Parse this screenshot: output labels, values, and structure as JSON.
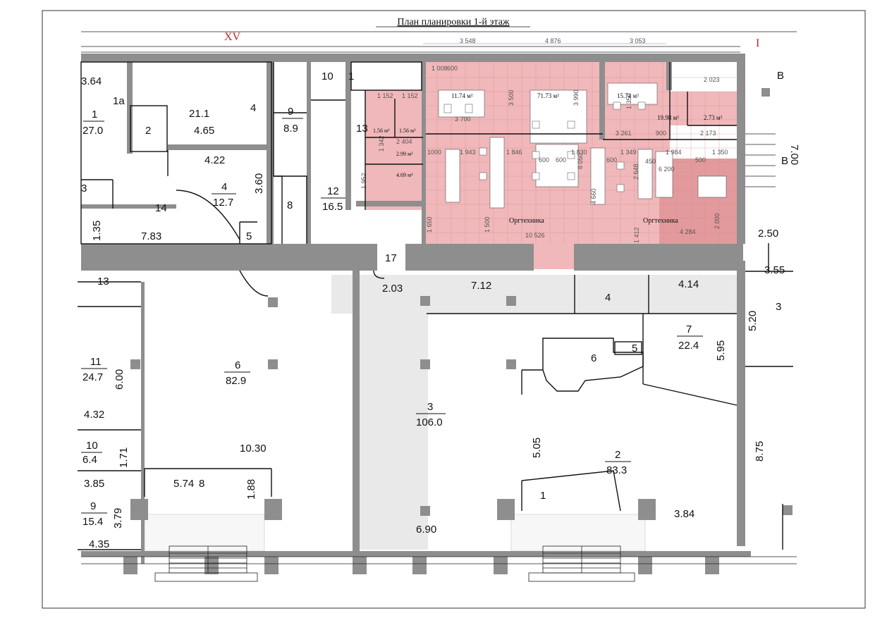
{
  "title": "План планировки  1-й этаж",
  "axis_labels": {
    "left": "XV",
    "right": "I",
    "top_right": "B",
    "right_edge": "B"
  },
  "office_area": {
    "top_dims": [
      "3 548",
      "4 876",
      "3 053"
    ],
    "rooms": [
      {
        "id": "office-a",
        "area": "11.74 м²"
      },
      {
        "id": "office-b",
        "area": "71.73 м²"
      },
      {
        "id": "office-c",
        "area": "15.74 м²"
      },
      {
        "id": "office-d",
        "area": "19.98 м²"
      },
      {
        "id": "office-e",
        "area": "2.73 м²"
      },
      {
        "id": "wc-1",
        "area": "1.56 м²"
      },
      {
        "id": "wc-2",
        "area": "1.56 м²"
      },
      {
        "id": "corridor",
        "area": "2.99 м²"
      },
      {
        "id": "bath",
        "area": "4.69 м²"
      }
    ],
    "equipment_label_1": "Оргтехника",
    "equipment_label_2": "Оргтехника",
    "inner_dims": [
      "1 008",
      "600",
      "1 152",
      "1 152",
      "3 700",
      "3 500",
      "3 990",
      "1 350",
      "3 261",
      "900",
      "2 173",
      "2 023",
      "2 404",
      "1 342",
      "1000",
      "1 943",
      "1 846",
      "600",
      "600",
      "1 830",
      "8 050",
      "1 349",
      "1 984",
      "1 350",
      "2 648",
      "450",
      "6 200",
      "500",
      "600",
      "1 650",
      "1 500",
      "10 526",
      "4 660",
      "1 412",
      "4 284",
      "2 000",
      "1 952"
    ]
  },
  "rooms_top": [
    {
      "num": "1",
      "area": "27.0"
    },
    {
      "num": "1a",
      "area": ""
    },
    {
      "num": "2",
      "area": ""
    },
    {
      "num": "21.1",
      "area": ""
    },
    {
      "num": "4",
      "area": ""
    },
    {
      "num": "9",
      "area": "8.9"
    },
    {
      "num": "10",
      "area": ""
    },
    {
      "num": "1",
      "area": ""
    },
    {
      "num": "13",
      "area": ""
    },
    {
      "num": "4",
      "area": "12.7"
    },
    {
      "num": "12",
      "area": "16.5"
    },
    {
      "num": "8",
      "area": ""
    },
    {
      "num": "5",
      "area": ""
    },
    {
      "num": "14",
      "area": ""
    },
    {
      "num": "3",
      "area": ""
    }
  ],
  "dims_top": [
    "3.64",
    "4.65",
    "4.22",
    "3.60",
    "1.35",
    "7.83",
    "2.50",
    "7.00"
  ],
  "rooms_bottom": [
    {
      "num": "17",
      "area": ""
    },
    {
      "num": "13",
      "area": ""
    },
    {
      "num": "6",
      "area": "82.9"
    },
    {
      "num": "11",
      "area": "24.7"
    },
    {
      "num": "10",
      "area": "6.4"
    },
    {
      "num": "9",
      "area": "15.4"
    },
    {
      "num": "8",
      "area": ""
    },
    {
      "num": "3",
      "area": "106.0"
    },
    {
      "num": "4",
      "area": ""
    },
    {
      "num": "7",
      "area": "22.4"
    },
    {
      "num": "5",
      "area": ""
    },
    {
      "num": "6",
      "area": ""
    },
    {
      "num": "2",
      "area": "83.3"
    },
    {
      "num": "1",
      "area": ""
    },
    {
      "num": "3",
      "area": ""
    }
  ],
  "dims_bottom": [
    "2.03",
    "7.12",
    "4.14",
    "3.55",
    "5.20",
    "5.95",
    "6.00",
    "4.32",
    "1.71",
    "10.30",
    "3.85",
    "5.74",
    "1.88",
    "3.79",
    "4.35",
    "5.05",
    "6.90",
    "3.84",
    "8.75"
  ],
  "colors": {
    "office_fill": "#f0b8ba",
    "office_fill_dark": "#e39a9d",
    "wall": "#8e8e8e",
    "corridor_grey": "#e9e9e9",
    "dim_line": "#7a7ad0"
  }
}
